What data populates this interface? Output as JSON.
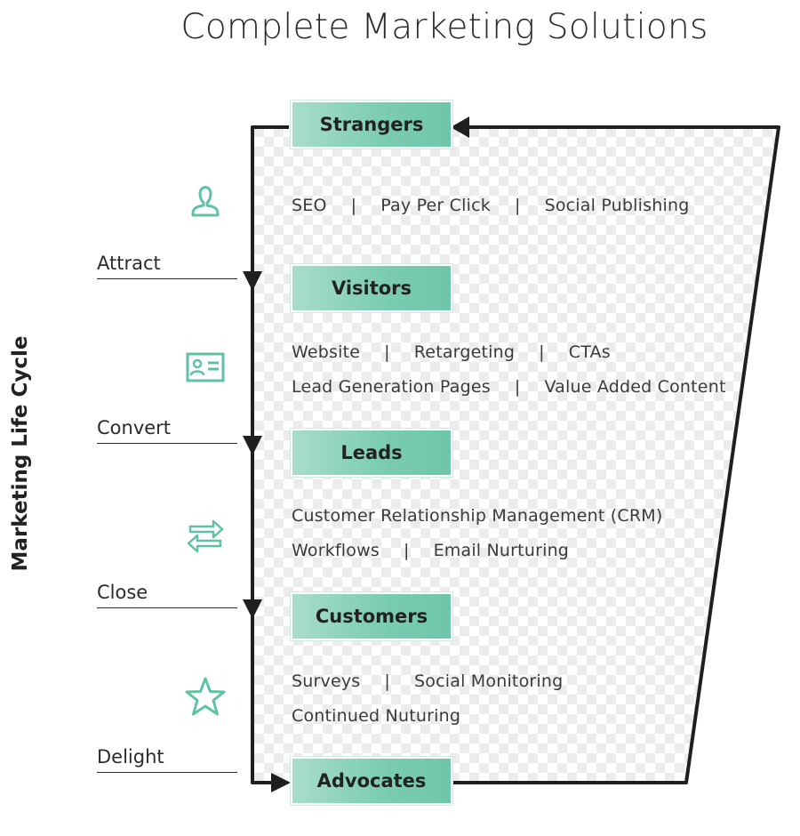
{
  "title": "Complete Marketing Solutions",
  "side_label": "Marketing Life Cycle",
  "colors": {
    "accent": "#6fc6aa",
    "line": "#1f1f1f"
  },
  "stages": [
    {
      "label": "Strangers"
    },
    {
      "label": "Visitors"
    },
    {
      "label": "Leads"
    },
    {
      "label": "Customers"
    },
    {
      "label": "Advocates"
    }
  ],
  "phases": [
    {
      "label": "Attract",
      "icon": "person-icon"
    },
    {
      "label": "Convert",
      "icon": "contact-card-icon"
    },
    {
      "label": "Close",
      "icon": "exchange-arrows-icon"
    },
    {
      "label": "Delight",
      "icon": "star-icon"
    }
  ],
  "tools": {
    "attract": [
      [
        "SEO",
        "Pay Per Click",
        "Social Publishing"
      ]
    ],
    "convert": [
      [
        "Website",
        "Retargeting",
        "CTAs"
      ],
      [
        "Lead Generation Pages",
        "Value Added Content"
      ]
    ],
    "close": [
      [
        "Customer Relationship Management (CRM)"
      ],
      [
        "Workflows",
        "Email Nurturing"
      ]
    ],
    "delight": [
      [
        "Surveys",
        "Social Monitoring"
      ],
      [
        "Continued Nuturing"
      ]
    ]
  },
  "separator": "|"
}
